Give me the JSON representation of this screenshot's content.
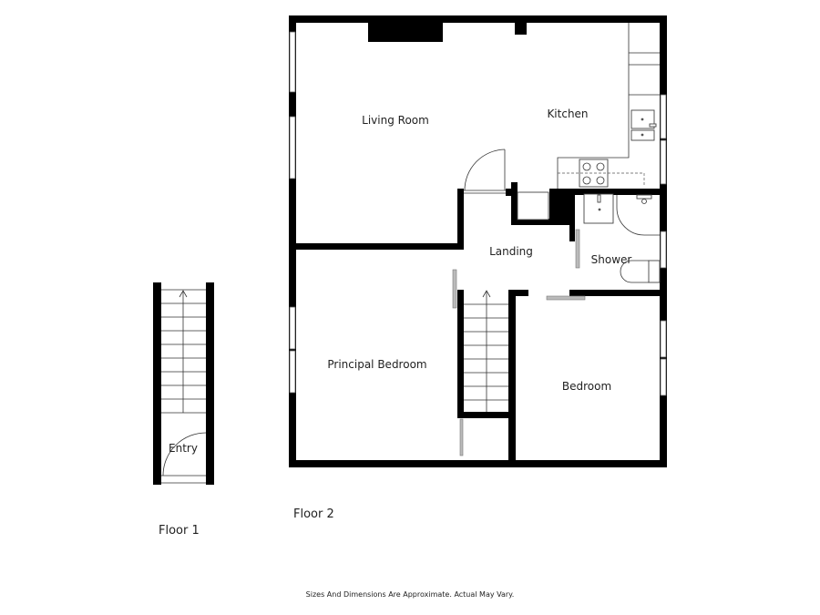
{
  "floors": [
    {
      "name": "Floor 1",
      "rooms": [
        {
          "label": "Entry"
        }
      ],
      "features": [
        "staircase-up"
      ]
    },
    {
      "name": "Floor 2",
      "rooms": [
        {
          "label": "Living Room"
        },
        {
          "label": "Kitchen"
        },
        {
          "label": "Landing"
        },
        {
          "label": "Shower"
        },
        {
          "label": "Principal Bedroom"
        },
        {
          "label": "Bedroom"
        }
      ],
      "features": [
        "staircase-up",
        "cooktop-4-burner",
        "double-sink",
        "shower",
        "washbasin",
        "toilet"
      ]
    }
  ],
  "labels": {
    "floor1": "Floor 1",
    "floor2": "Floor 2",
    "entry": "Entry",
    "living_room": "Living Room",
    "kitchen": "Kitchen",
    "landing": "Landing",
    "shower": "Shower",
    "principal_bedroom": "Principal Bedroom",
    "bedroom": "Bedroom"
  },
  "footer": {
    "disclaimer": "Sizes And Dimensions Are Approximate. Actual May Vary."
  },
  "colors": {
    "wall": "#000000",
    "background": "#ffffff",
    "text": "#222222"
  }
}
